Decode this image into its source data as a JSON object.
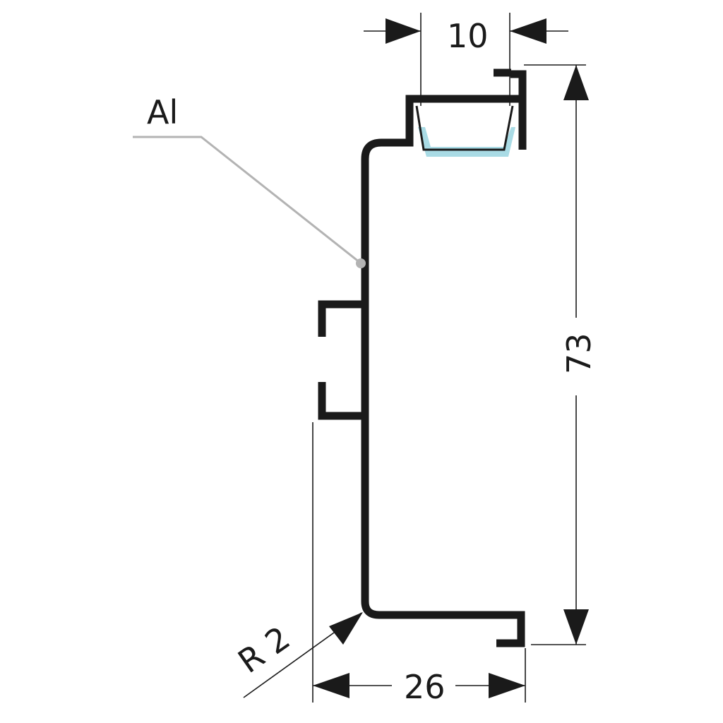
{
  "diagram": {
    "material_label": "Al",
    "radius_label": "R 2",
    "dimensions": {
      "top_width": "10",
      "height": "73",
      "bottom_width": "26"
    },
    "colors": {
      "profile": "#1a1a1a",
      "seal": "#a9dbe5",
      "leader": "#b3b3b3"
    }
  }
}
